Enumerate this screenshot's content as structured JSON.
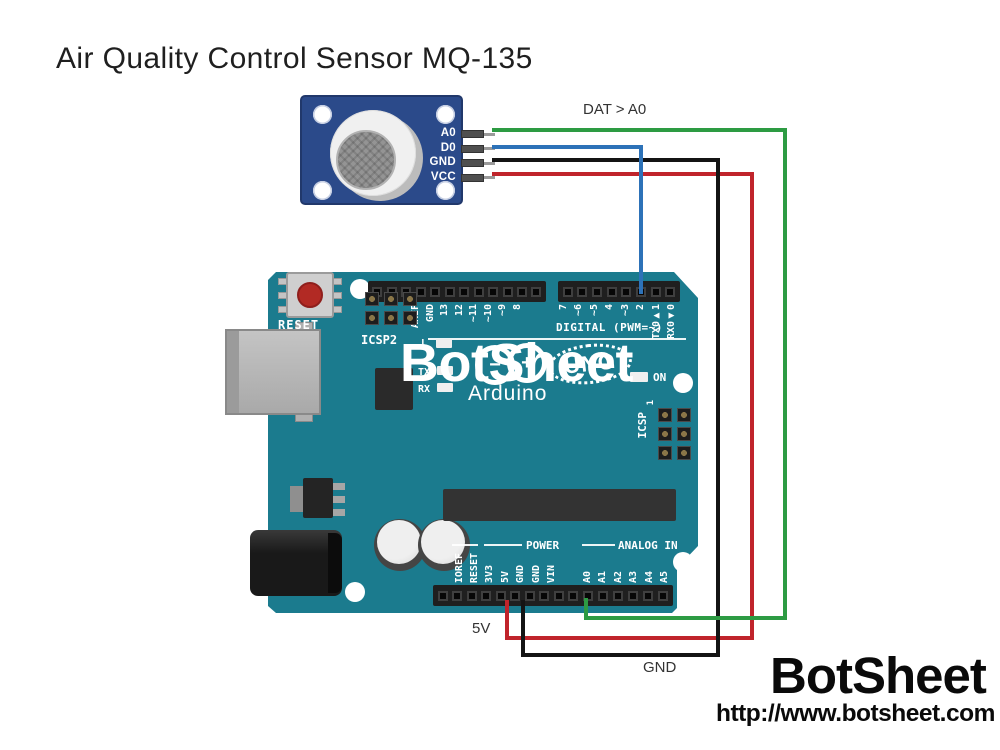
{
  "title": "Air Quality Control Sensor MQ-135",
  "sensor": {
    "pins": [
      "A0",
      "D0",
      "GND",
      "VCC"
    ]
  },
  "wire_labels": {
    "dat": "DAT > A0",
    "v5": "5V",
    "gnd": "GND"
  },
  "wire_colors": {
    "data": "#2d9b43",
    "digital": "#2d72b8",
    "ground": "#141414",
    "power": "#c0242b"
  },
  "board": {
    "reset": "RESET",
    "icsp2": "ICSP2",
    "icsp": "ICSP",
    "icsp_one": "1",
    "digital_caption": "DIGITAL (PWM=~)",
    "digital_left": [
      "AREF",
      "GND",
      "13",
      "12",
      "~11",
      "~10",
      "~9",
      "8"
    ],
    "digital_right": [
      "7",
      "~6",
      "~5",
      "4",
      "~3",
      "2",
      "TX0▶1",
      "RX0◀0"
    ],
    "power_caption": "POWER",
    "power_labels": [
      "IOREF",
      "RESET",
      "3V3",
      "5V",
      "GND",
      "GND",
      "VIN"
    ],
    "analog_caption": "ANALOG IN",
    "analog_labels": [
      "A0",
      "A1",
      "A2",
      "A3",
      "A4",
      "A5"
    ],
    "l_label": "L",
    "tx_label": "TX",
    "rx_label": "RX",
    "on_label": "ON",
    "logo_minus": "−",
    "logo_plus": "+",
    "uno": "UNO",
    "brand": "Arduino",
    "pin_counts": {
      "d1": 12,
      "d2": 8,
      "power": 11,
      "analog": 6,
      "icsp2": 6,
      "icsp": 6
    },
    "board_color": "#1b7b8e"
  },
  "watermark": "BotSheet",
  "footer": {
    "brand": "BotSheet",
    "url": "http://www.botsheet.com"
  }
}
